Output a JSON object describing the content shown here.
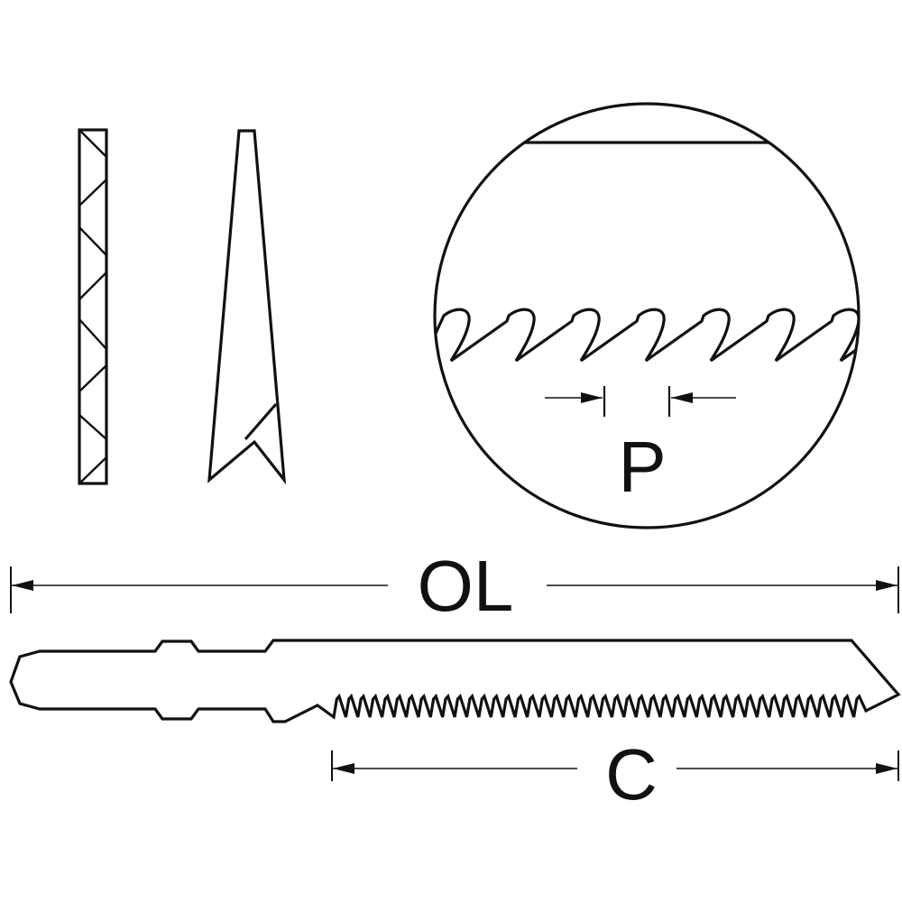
{
  "colors": {
    "ink": "#111111",
    "background": "#ffffff"
  },
  "labels": {
    "pitch": "P",
    "overall_length": "OL",
    "cutting_length": "C"
  }
}
